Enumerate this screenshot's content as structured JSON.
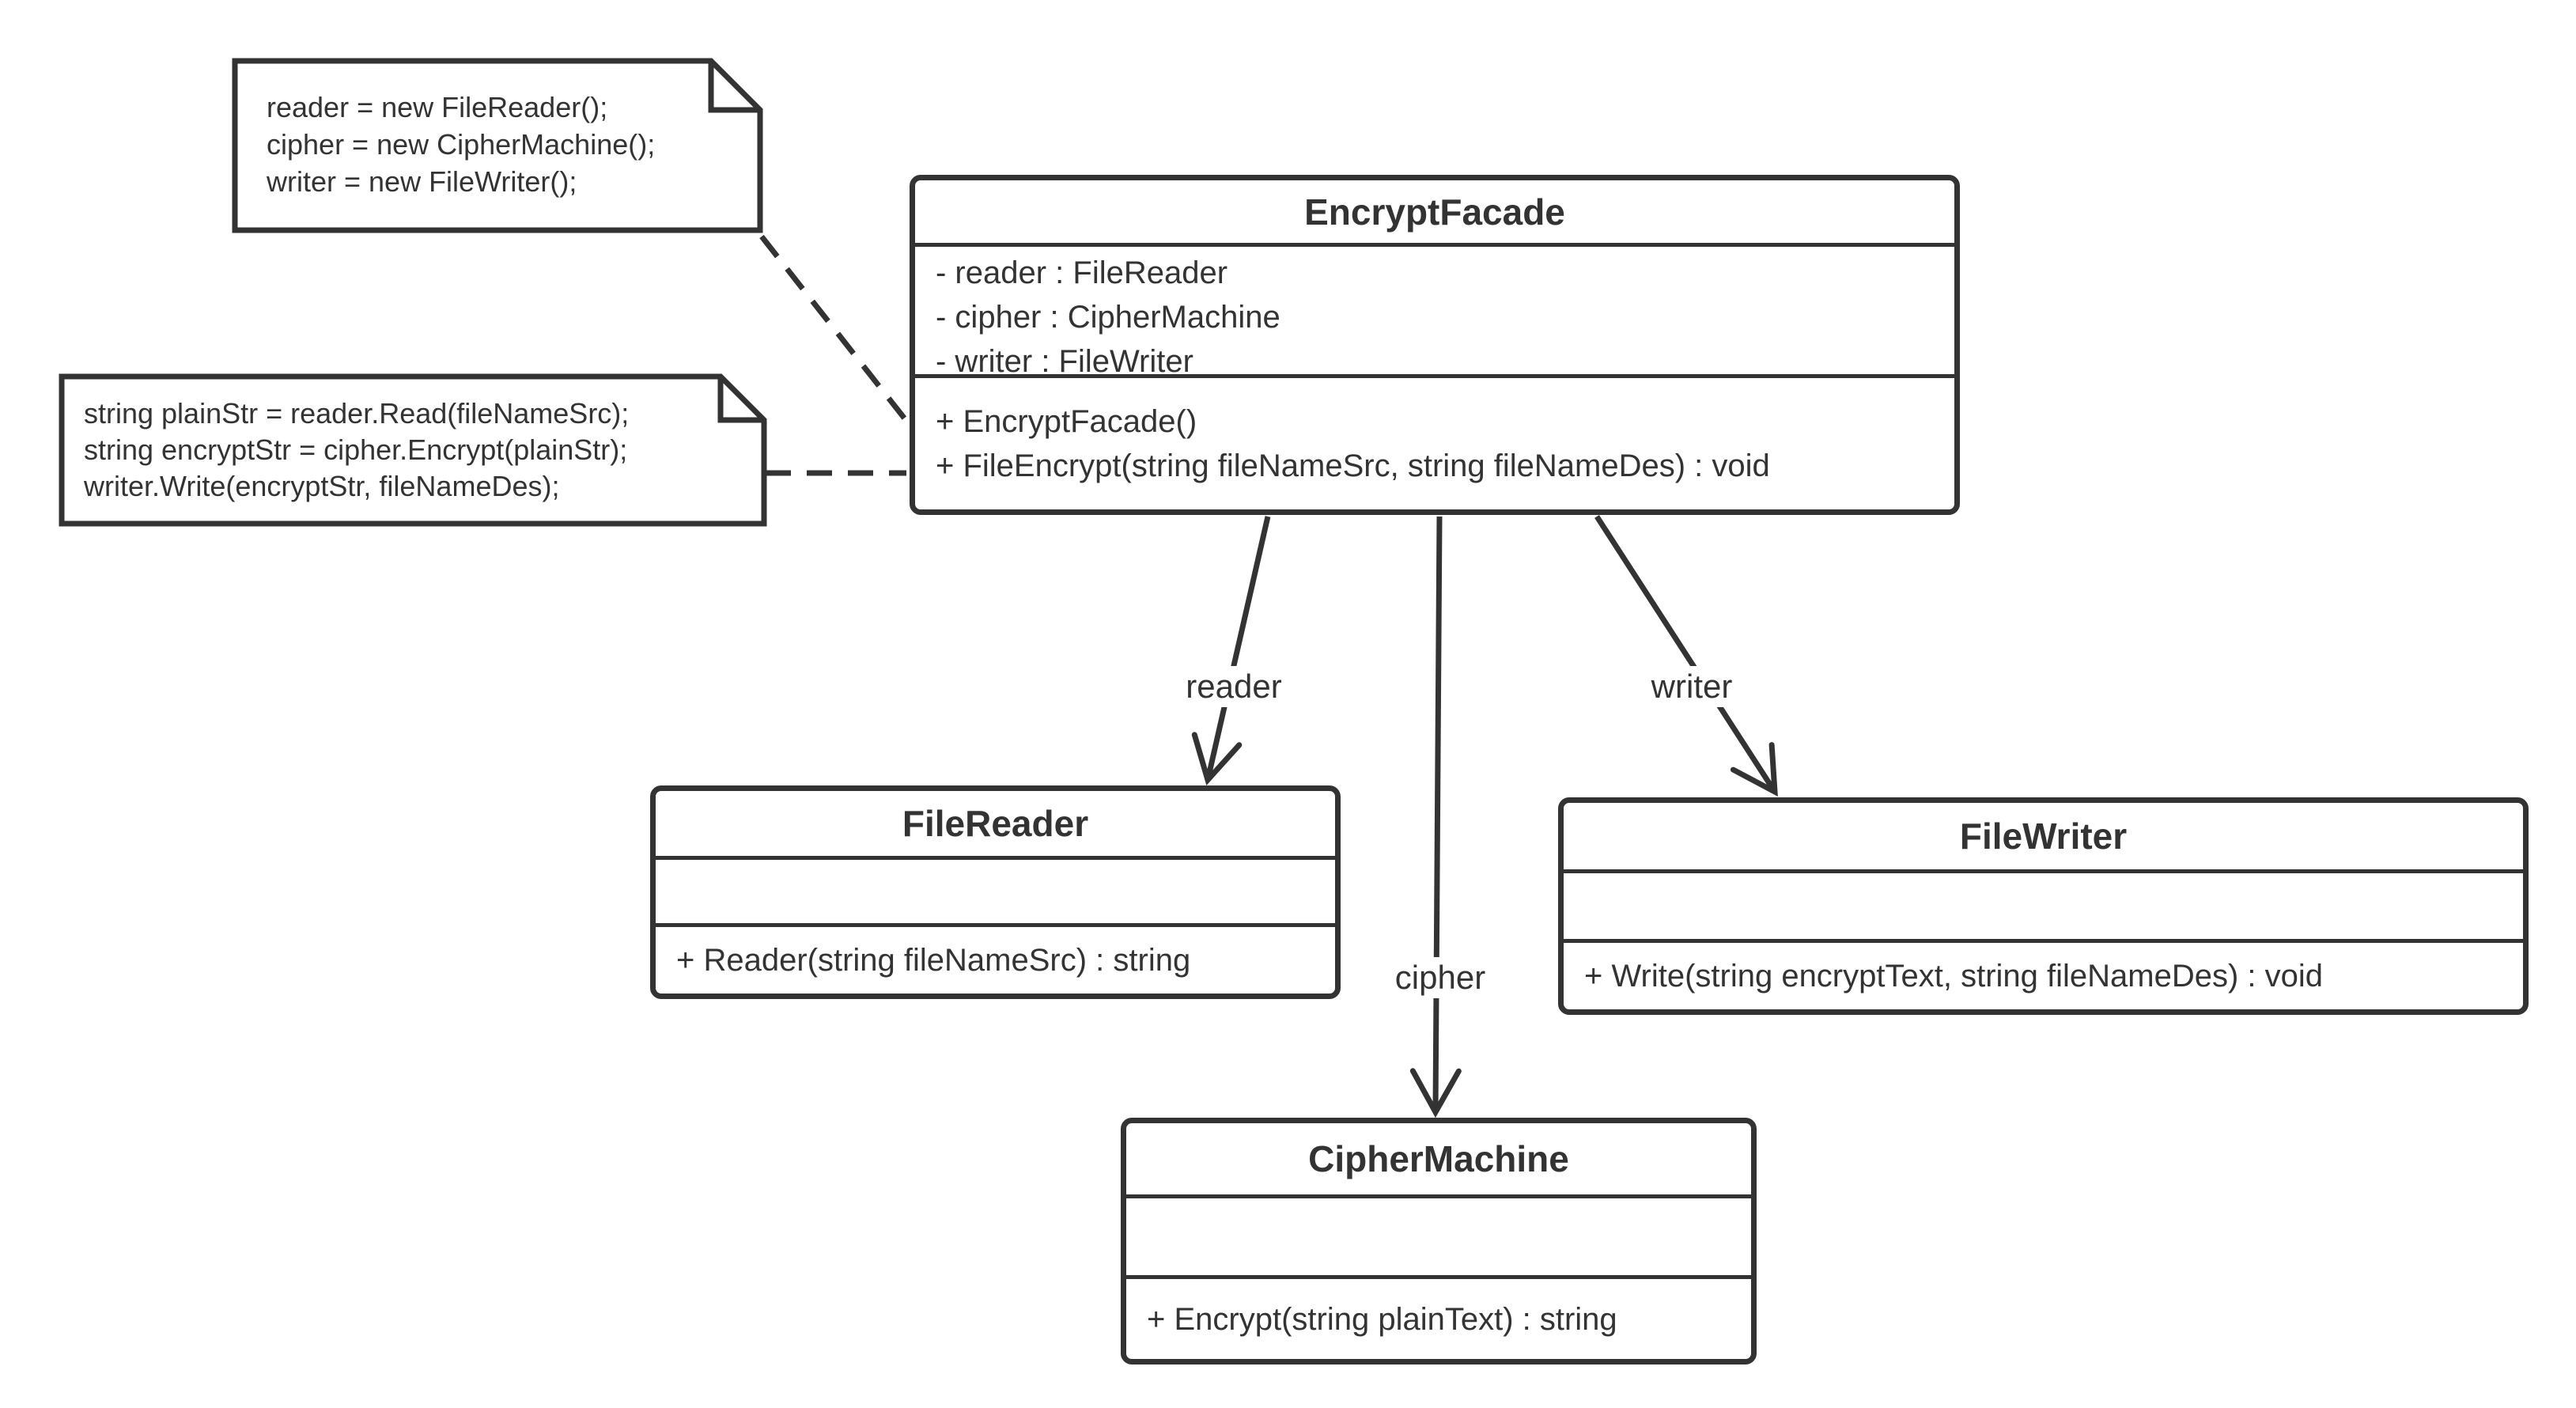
{
  "colors": {
    "background": "#ffffff",
    "stroke": "#333333",
    "text": "#333333"
  },
  "notes": [
    {
      "lines": [
        "reader = new FileReader();",
        "cipher = new CipherMachine();",
        "writer = new FileWriter();"
      ]
    },
    {
      "lines": [
        "string plainStr = reader.Read(fileNameSrc);",
        "string encryptStr = cipher.Encrypt(plainStr);",
        "writer.Write(encryptStr, fileNameDes);"
      ]
    }
  ],
  "classes": [
    {
      "name": "EncryptFacade",
      "attributes": [
        "- reader : FileReader",
        "- cipher : CipherMachine",
        "- writer : FileWriter"
      ],
      "methods": [
        "+ EncryptFacade()",
        "+ FileEncrypt(string fileNameSrc, string fileNameDes) : void"
      ]
    },
    {
      "name": "FileReader",
      "attributes": [],
      "methods": [
        "+ Reader(string fileNameSrc) : string"
      ]
    },
    {
      "name": "FileWriter",
      "attributes": [],
      "methods": [
        "+ Write(string encryptText, string fileNameDes) : void"
      ]
    },
    {
      "name": "CipherMachine",
      "attributes": [],
      "methods": [
        "+ Encrypt(string plainText) : string"
      ]
    }
  ],
  "associations": [
    {
      "label": "reader",
      "from": "EncryptFacade",
      "to": "FileReader"
    },
    {
      "label": "cipher",
      "from": "EncryptFacade",
      "to": "CipherMachine"
    },
    {
      "label": "writer",
      "from": "EncryptFacade",
      "to": "FileWriter"
    }
  ]
}
